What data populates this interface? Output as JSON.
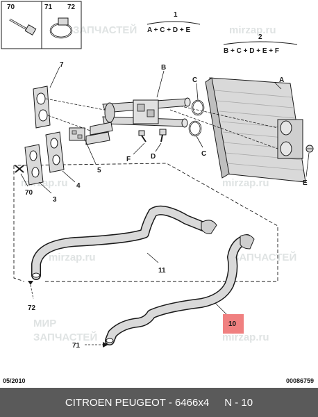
{
  "labels": {
    "p70": "70",
    "p71": "71",
    "p72": "72",
    "p1": "1",
    "p2": "2",
    "formula1": "A + C + D + E",
    "formula2": "B + C + D + E + F",
    "A": "A",
    "B": "B",
    "C1": "C",
    "C2": "C",
    "D": "D",
    "E": "E",
    "F": "F",
    "p7": "7",
    "p5": "5",
    "p4": "4",
    "p3": "3",
    "p70b": "70",
    "p11": "11",
    "p10": "10",
    "p72b": "72",
    "p71b": "71"
  },
  "watermarks": [
    "mirzap.ru",
    "МИР",
    "ЗАПЧАСТЕЙ"
  ],
  "date": "05/2010",
  "doc_number": "00086759",
  "footer": {
    "title": "CITROEN PEUGEOT - 6466x4",
    "part": "N - 10"
  },
  "colors": {
    "highlight": "#f08080",
    "footer_bg": "#5a5a5a",
    "line": "#1a1a1a",
    "part_fill": "#d9d9d9"
  }
}
